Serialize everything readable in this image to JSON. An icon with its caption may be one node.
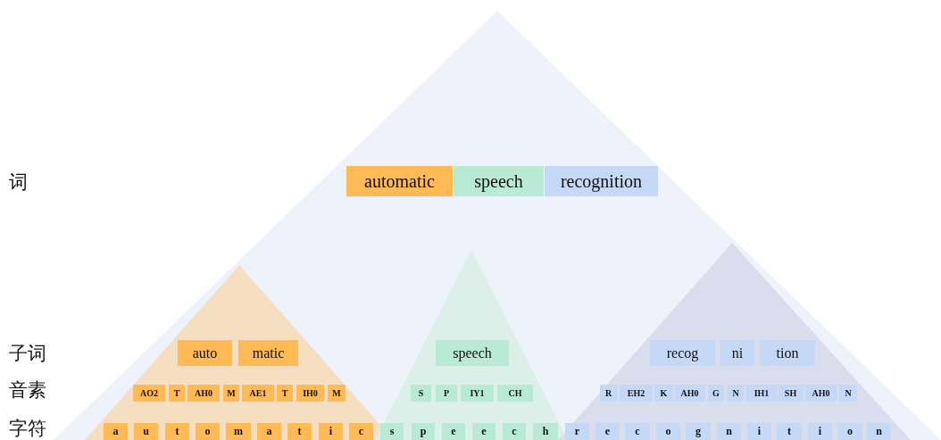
{
  "diagram": {
    "nodes": [
      {
        "text": [],
        "shape": "triangle"
      },
      {
        "text": [
          "automatic"
        ],
        "in": 0
      },
      {
        "text": [
          "speech"
        ],
        "in": 0
      },
      {
        "text": [
          "recognition"
        ],
        "in": 0
      },
      {
        "text": [],
        "shape": "triangle",
        "in": 0
      },
      {
        "text": [],
        "shape": "triangle",
        "in": 0
      },
      {
        "text": [],
        "shape": "triangle",
        "in": 0
      },
      {
        "text": [
          "auto"
        ],
        "in": 4
      },
      {
        "text": [
          "matic"
        ],
        "in": 4
      },
      {
        "text": [
          "speech"
        ],
        "in": 5
      },
      {
        "text": [
          "recog"
        ],
        "in": 6
      },
      {
        "text": [
          "ni"
        ],
        "in": 6
      },
      {
        "text": [
          "tion"
        ],
        "in": 6
      },
      {
        "text": [
          "AO2"
        ],
        "in": 4
      },
      {
        "text": [
          "T"
        ],
        "in": 4
      },
      {
        "text": [
          "AH0"
        ],
        "in": 4
      },
      {
        "text": [
          "M"
        ],
        "in": 4
      },
      {
        "text": [
          "AE1"
        ],
        "in": 4
      },
      {
        "text": [
          "T"
        ],
        "in": 4
      },
      {
        "text": [
          "IH0"
        ],
        "in": 4
      },
      {
        "text": [
          "M"
        ],
        "in": 4
      },
      {
        "text": [
          "S"
        ],
        "in": 5
      },
      {
        "text": [
          "P"
        ],
        "in": 5
      },
      {
        "text": [
          "IY1"
        ],
        "in": 5
      },
      {
        "text": [
          "CH"
        ],
        "in": 5
      },
      {
        "text": [
          "R"
        ],
        "in": 6
      },
      {
        "text": [
          "EH2"
        ],
        "in": 6
      },
      {
        "text": [
          "K"
        ],
        "in": 6
      },
      {
        "text": [
          "AH0"
        ],
        "in": 6
      },
      {
        "text": [
          "G"
        ],
        "in": 6
      },
      {
        "text": [
          "N"
        ],
        "in": 6
      },
      {
        "text": [
          "IH1"
        ],
        "in": 6
      },
      {
        "text": [
          "SH"
        ],
        "in": 6
      },
      {
        "text": [
          "AH0"
        ],
        "in": 6
      },
      {
        "text": [
          "N"
        ],
        "in": 6
      },
      {
        "text": [
          "a"
        ],
        "in": 4
      },
      {
        "text": [
          "u"
        ],
        "in": 4
      },
      {
        "text": [
          "t"
        ],
        "in": 4
      },
      {
        "text": [
          "o"
        ],
        "in": 4
      },
      {
        "text": [
          "m"
        ],
        "in": 4
      },
      {
        "text": [
          "a"
        ],
        "in": 4
      },
      {
        "text": [
          "t"
        ],
        "in": 4
      },
      {
        "text": [
          "i"
        ],
        "in": 4
      },
      {
        "text": [
          "c"
        ],
        "in": 4
      },
      {
        "text": [
          "s"
        ],
        "in": 5
      },
      {
        "text": [
          "p"
        ],
        "in": 5
      },
      {
        "text": [
          "e"
        ],
        "in": 5
      },
      {
        "text": [
          "e"
        ],
        "in": 5
      },
      {
        "text": [
          "c"
        ],
        "in": 5
      },
      {
        "text": [
          "h"
        ],
        "in": 5
      },
      {
        "text": [
          "r"
        ],
        "in": 6
      },
      {
        "text": [
          "e"
        ],
        "in": 6
      },
      {
        "text": [
          "c"
        ],
        "in": 6
      },
      {
        "text": [
          "o"
        ],
        "in": 6
      },
      {
        "text": [
          "g"
        ],
        "in": 6
      },
      {
        "text": [
          "n"
        ],
        "in": 6
      },
      {
        "text": [
          "i"
        ],
        "in": 6
      },
      {
        "text": [
          "t"
        ],
        "in": 6
      },
      {
        "text": [
          "i"
        ],
        "in": 6
      },
      {
        "text": [
          "o"
        ],
        "in": 6
      },
      {
        "text": [
          "n"
        ],
        "in": 6
      }
    ],
    "edges": [],
    "labels": [
      "词",
      "子词",
      "音素",
      "字符"
    ]
  }
}
